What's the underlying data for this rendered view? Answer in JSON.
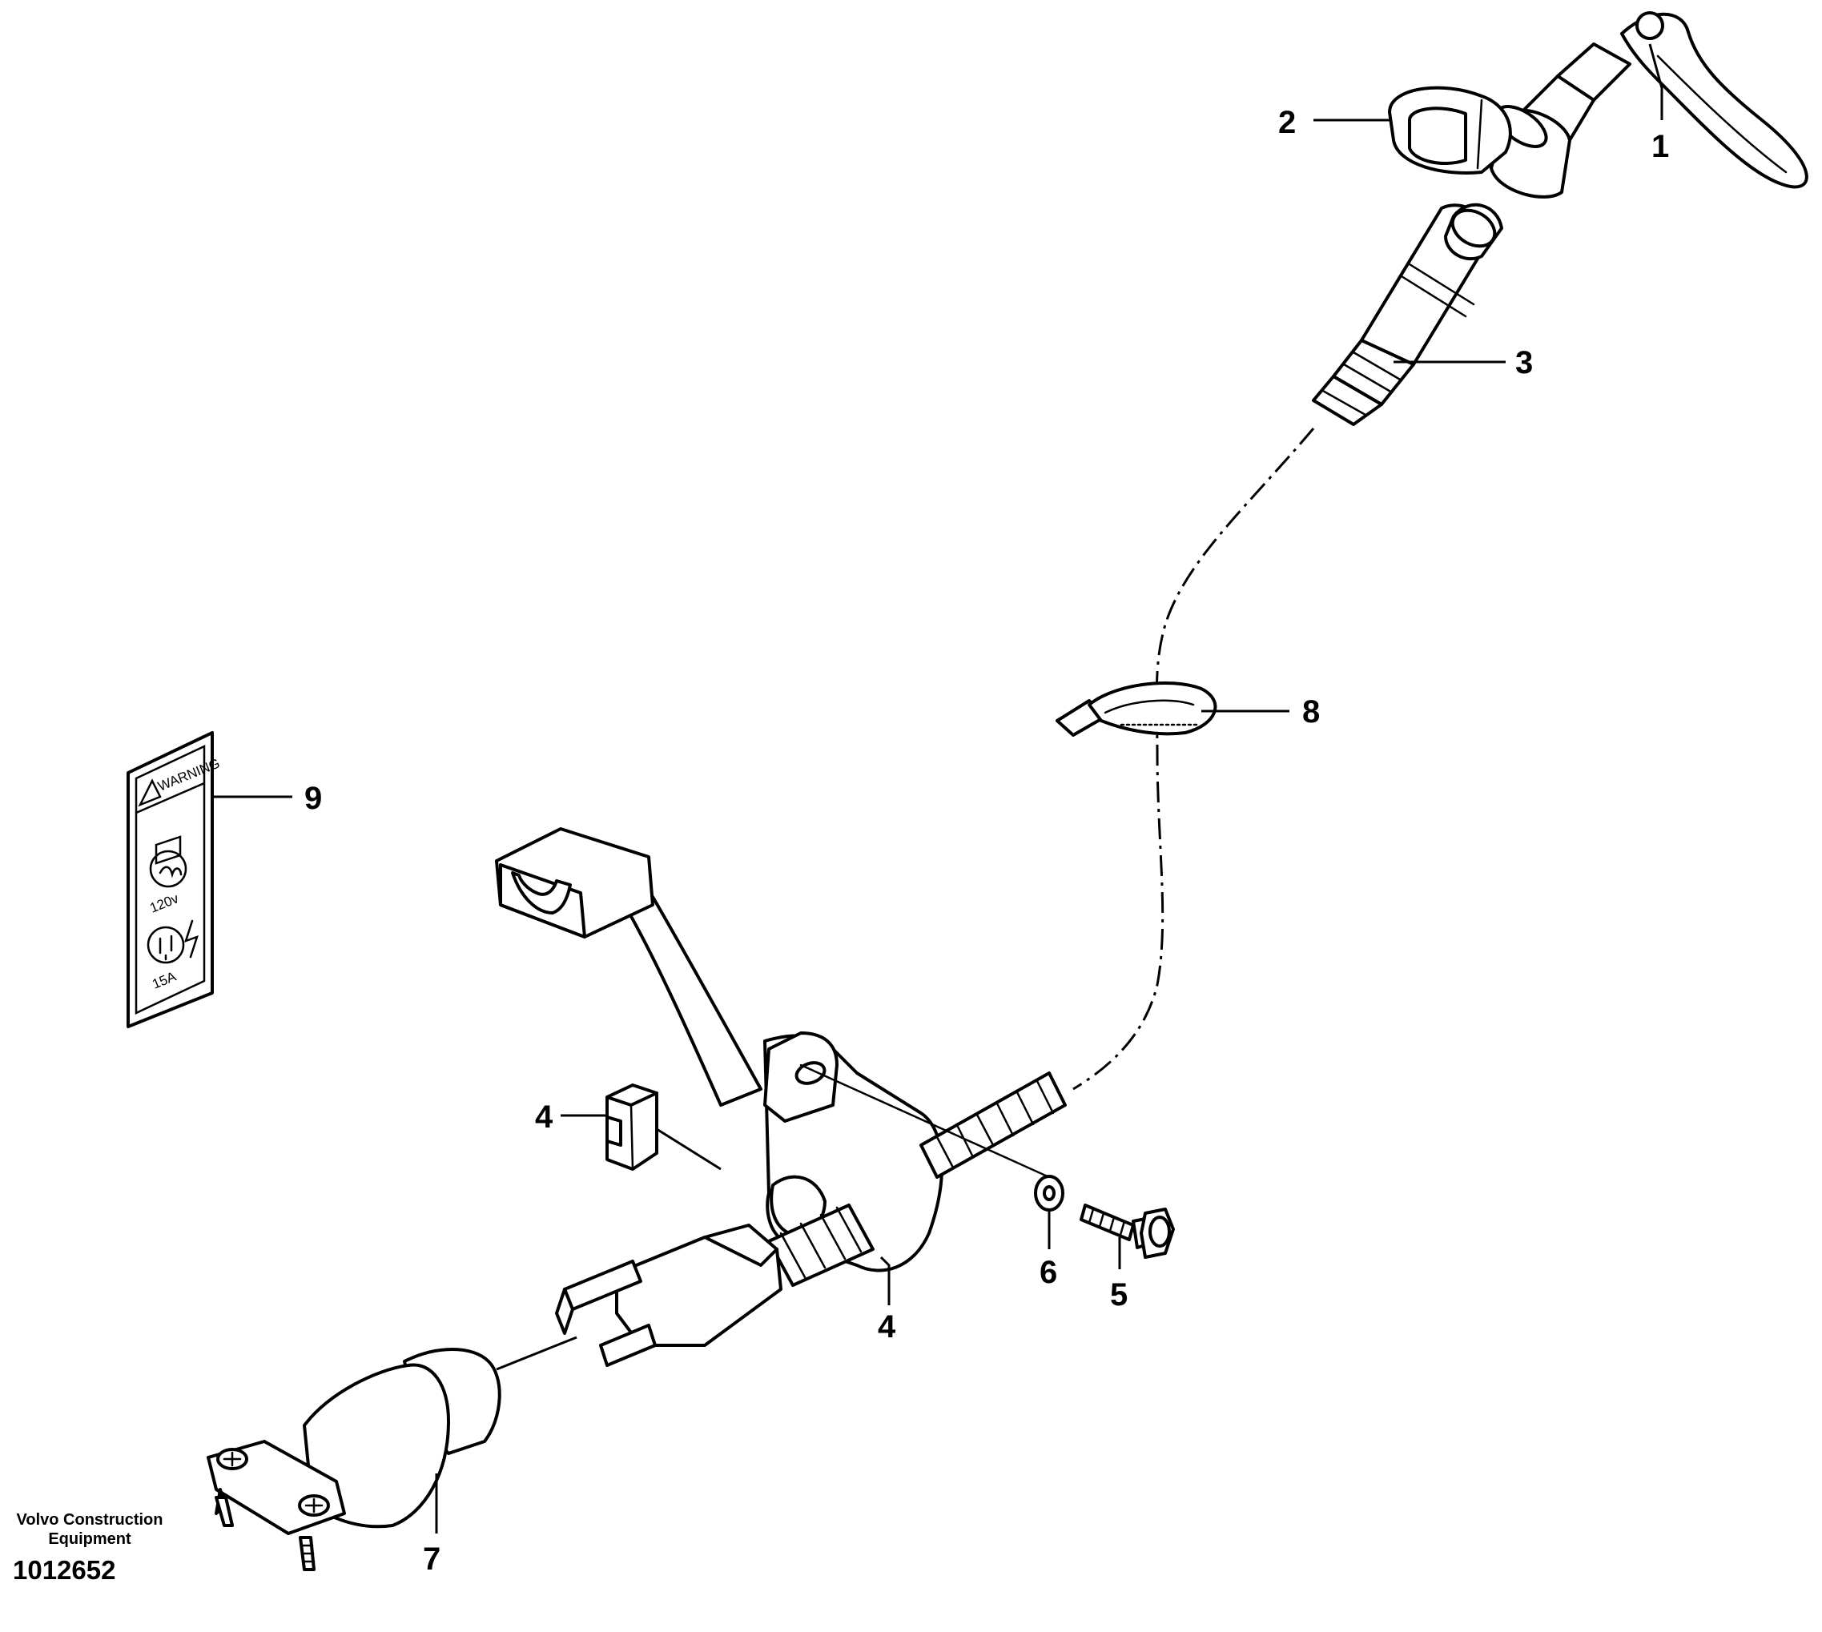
{
  "callouts": {
    "c1": "1",
    "c2": "2",
    "c3": "3",
    "c4a": "4",
    "c4b": "4",
    "c5": "5",
    "c6": "6",
    "c7": "7",
    "c8": "8",
    "c9": "9"
  },
  "warning_label": {
    "heading": "WARNING",
    "voltage": "120v",
    "amperage": "15A"
  },
  "footer": {
    "company_line1": "Volvo Construction",
    "company_line2": "Equipment",
    "drawing_number": "1012652"
  }
}
